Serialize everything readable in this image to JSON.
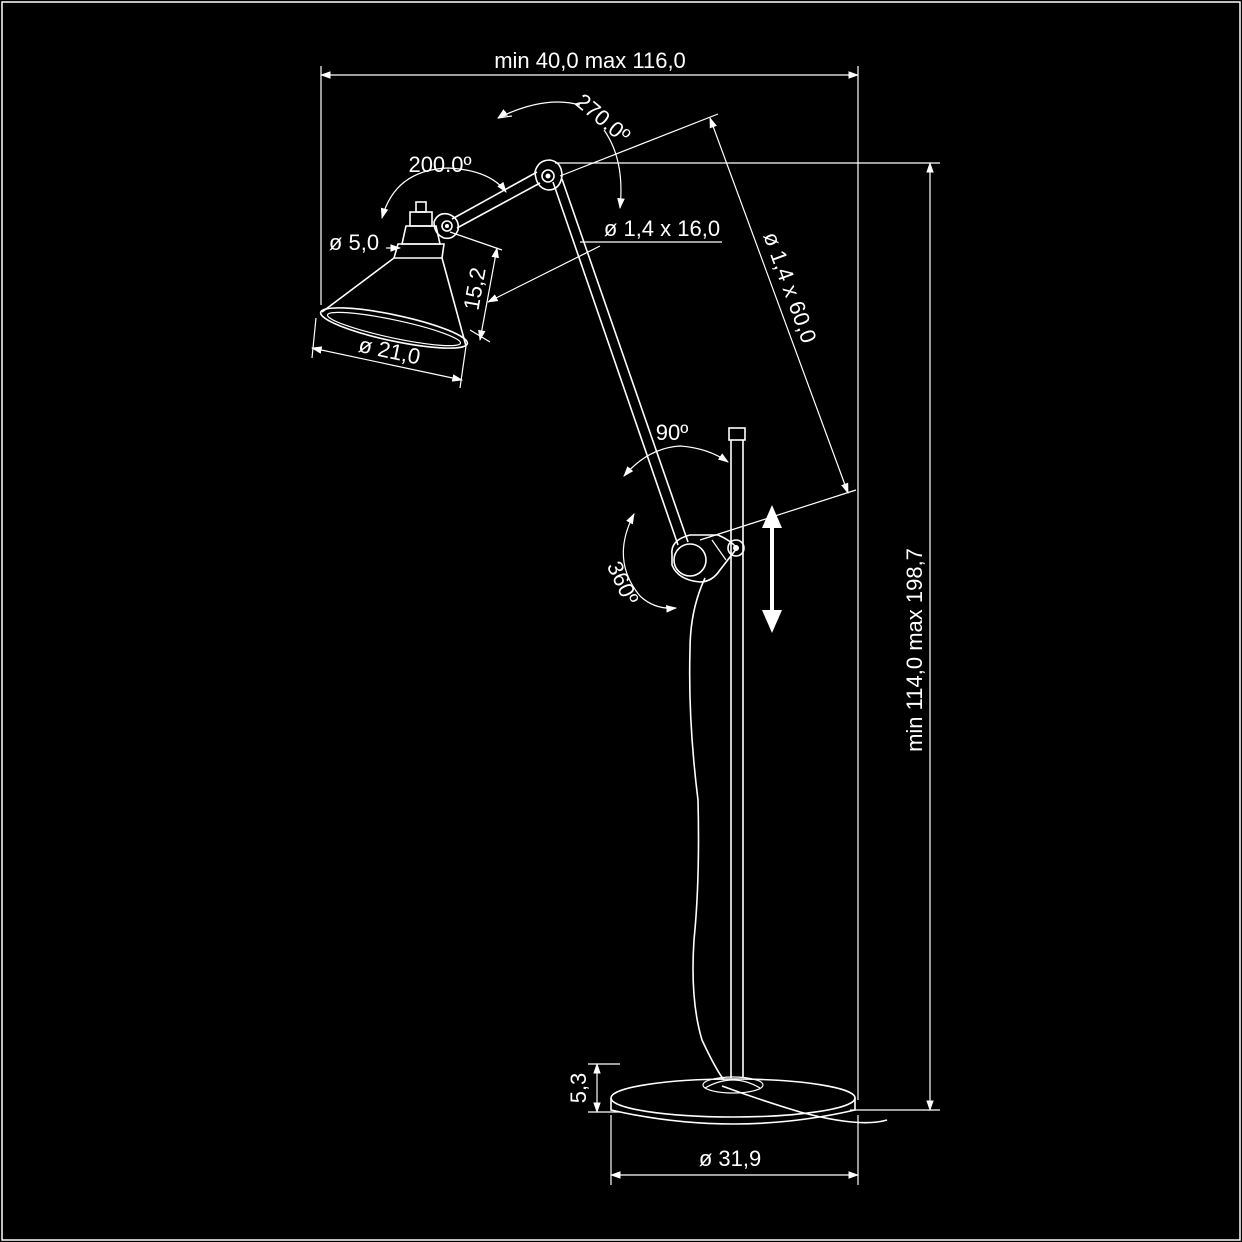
{
  "drawing": {
    "width_range": "min 40,0   max 116,0",
    "height_range": "min 114,0  max 198,7",
    "rotation_arm": "270.0º",
    "rotation_head": "200.0º",
    "rotation_elbow": "90º",
    "rotation_base": "360º",
    "socket_diameter": "ø 5,0",
    "upper_arm": "ø 1,4 x 16,0",
    "lower_arm": "ø 1,4 x 60,0",
    "shade_height": "15,2",
    "shade_diameter": "ø 21,0",
    "base_height": "5,3",
    "base_diameter": "ø 31,9"
  },
  "colors": {
    "background": "#000000",
    "line": "#ffffff"
  }
}
